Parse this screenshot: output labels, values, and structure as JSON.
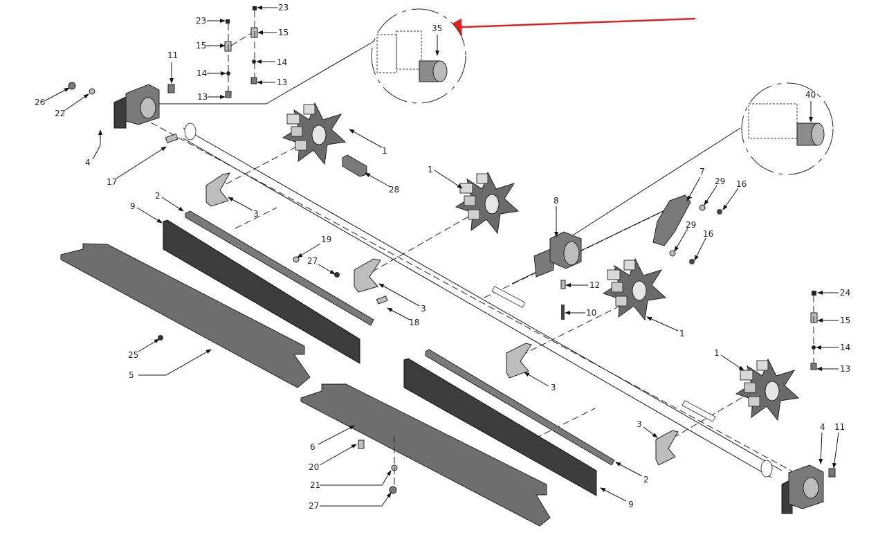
{
  "diagram": {
    "highlight_color": "#e02020",
    "highlighted_part": "35",
    "callouts": {
      "c23a": "23",
      "c23b": "23",
      "c15a": "15",
      "c15b": "15",
      "c15c": "15",
      "c14a": "14",
      "c14b": "14",
      "c14c": "14",
      "c13a": "13",
      "c13b": "13",
      "c13c": "13",
      "c11a": "11",
      "c11b": "11",
      "c26": "26",
      "c22": "22",
      "c4a": "4",
      "c4b": "4",
      "c17": "17",
      "c35": "35",
      "c40": "40",
      "c1a": "1",
      "c1b": "1",
      "c1c": "1",
      "c1d": "1",
      "c28": "28",
      "c3a": "3",
      "c3b": "3",
      "c3c": "3",
      "c3d": "3",
      "c2a": "2",
      "c2b": "2",
      "c9a": "9",
      "c9b": "9",
      "c19": "19",
      "c27a": "27",
      "c27b": "27",
      "c18": "18",
      "c8": "8",
      "c7": "7",
      "c29a": "29",
      "c29b": "29",
      "c16a": "16",
      "c16b": "16",
      "c12": "12",
      "c10": "10",
      "c24": "24",
      "c25": "25",
      "c5": "5",
      "c6": "6",
      "c20": "20",
      "c21": "21"
    }
  }
}
